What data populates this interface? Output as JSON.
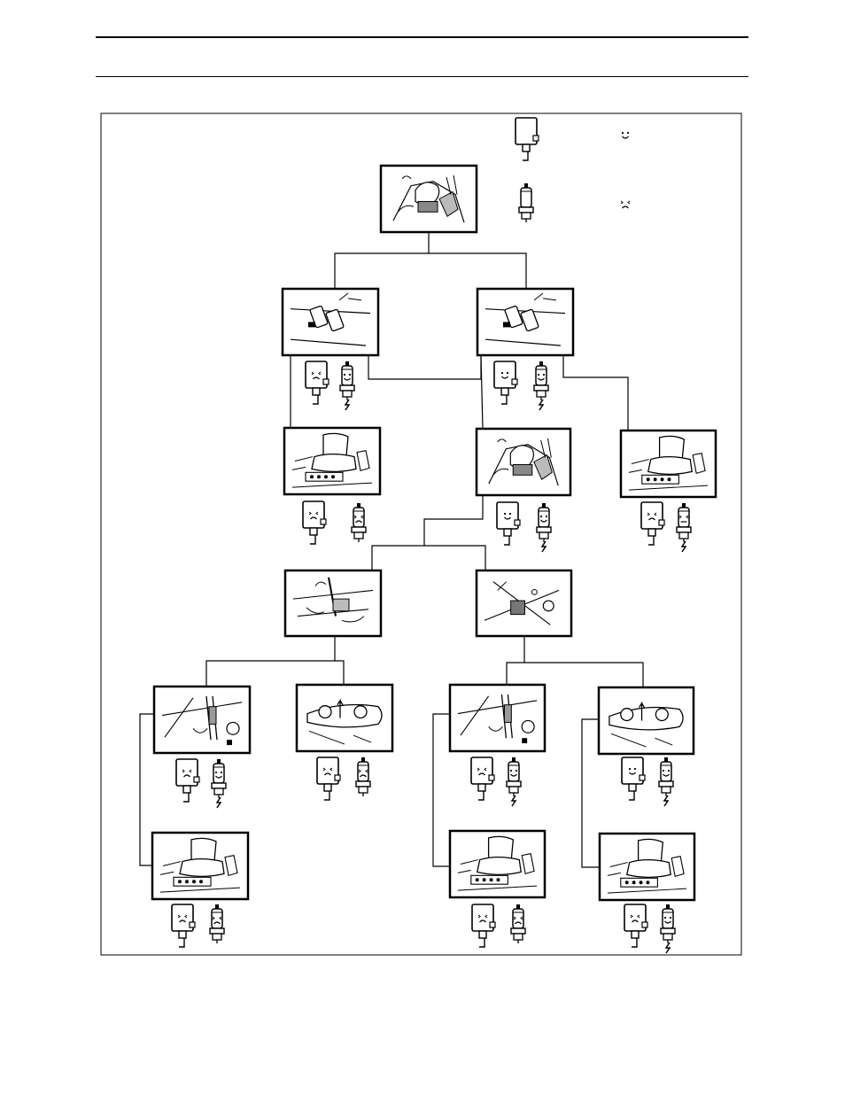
{
  "page": {
    "header_text": ""
  },
  "legend": [
    {
      "icon": "relay-icon",
      "state": "smile-icon"
    },
    {
      "icon": "spark-plug-icon",
      "state": "frown-icon"
    }
  ],
  "nodes": [
    {
      "id": "n0",
      "scene": "engine-pedals",
      "indicators": []
    },
    {
      "id": "n1",
      "scene": "switch-panel",
      "indicators": [
        "relay-frown",
        "plug-smile-spark"
      ]
    },
    {
      "id": "n2",
      "scene": "switch-panel",
      "indicators": [
        "relay-smile",
        "plug-smile-spark"
      ]
    },
    {
      "id": "n3",
      "scene": "operator-seat",
      "indicators": [
        "relay-frown",
        "plug-frown"
      ]
    },
    {
      "id": "n4",
      "scene": "engine-pedals",
      "indicators": [
        "relay-smile",
        "plug-smile-spark"
      ]
    },
    {
      "id": "n5",
      "scene": "operator-seat",
      "indicators": [
        "relay-frown",
        "plug-neutral-spark"
      ]
    },
    {
      "id": "n6",
      "scene": "pto-lever",
      "indicators": []
    },
    {
      "id": "n7",
      "scene": "control-module",
      "indicators": []
    },
    {
      "id": "n8",
      "scene": "engine-bay",
      "indicators": [
        "relay-frown",
        "plug-smile-spark"
      ]
    },
    {
      "id": "n9",
      "scene": "throttle-lever",
      "indicators": [
        "relay-frown",
        "plug-frown"
      ]
    },
    {
      "id": "n10",
      "scene": "engine-bay",
      "indicators": [
        "relay-frown",
        "plug-smile-spark"
      ]
    },
    {
      "id": "n11",
      "scene": "throttle-lever",
      "indicators": [
        "relay-smile",
        "plug-smile-spark"
      ]
    },
    {
      "id": "n12",
      "scene": "operator-seat",
      "indicators": [
        "relay-frown",
        "plug-frown"
      ]
    },
    {
      "id": "n13",
      "scene": "operator-seat",
      "indicators": [
        "relay-frown",
        "plug-frown"
      ]
    },
    {
      "id": "n14",
      "scene": "operator-seat",
      "indicators": [
        "relay-frown",
        "plug-smile-spark"
      ]
    }
  ]
}
